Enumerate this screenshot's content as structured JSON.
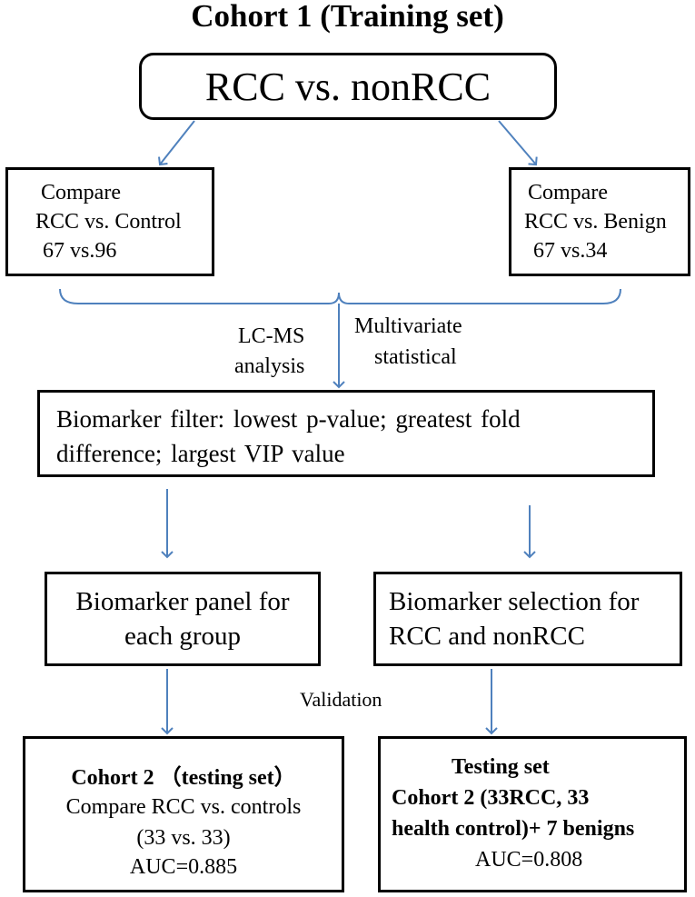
{
  "title": "Cohort 1 (Training set)",
  "top_box": "RCC vs. nonRCC",
  "left_compare": {
    "line1": "Compare",
    "line2": "RCC vs. Control",
    "line3": "67 vs.96"
  },
  "right_compare": {
    "line1": "Compare",
    "line2": "RCC vs. Benign",
    "line3": "67 vs.34"
  },
  "merge_labels": {
    "left_line1": "LC-MS",
    "left_line2": "analysis",
    "right_line1": "Multivariate",
    "right_line2": "statistical"
  },
  "filter_box": {
    "line1": "Biomarker filter: lowest p-value; greatest fold",
    "line2": "difference; largest VIP value"
  },
  "panel_box": {
    "line1": "Biomarker panel for",
    "line2": "each group"
  },
  "selection_box": {
    "line1": "Biomarker selection for",
    "line2": "RCC and nonRCC"
  },
  "validation_label": "Validation",
  "cohort2_box": {
    "line1": "Cohort 2 （testing set）",
    "line2": "Compare RCC vs. controls",
    "line3": "(33 vs. 33)",
    "line4": "AUC=0.885"
  },
  "testing_box": {
    "line1": "Testing set",
    "line2": "Cohort 2 (33RCC, 33",
    "line3": "health control)+ 7 benigns",
    "line4": "AUC=0.808"
  },
  "colors": {
    "arrow": "#4f81bd",
    "border": "#000000"
  }
}
